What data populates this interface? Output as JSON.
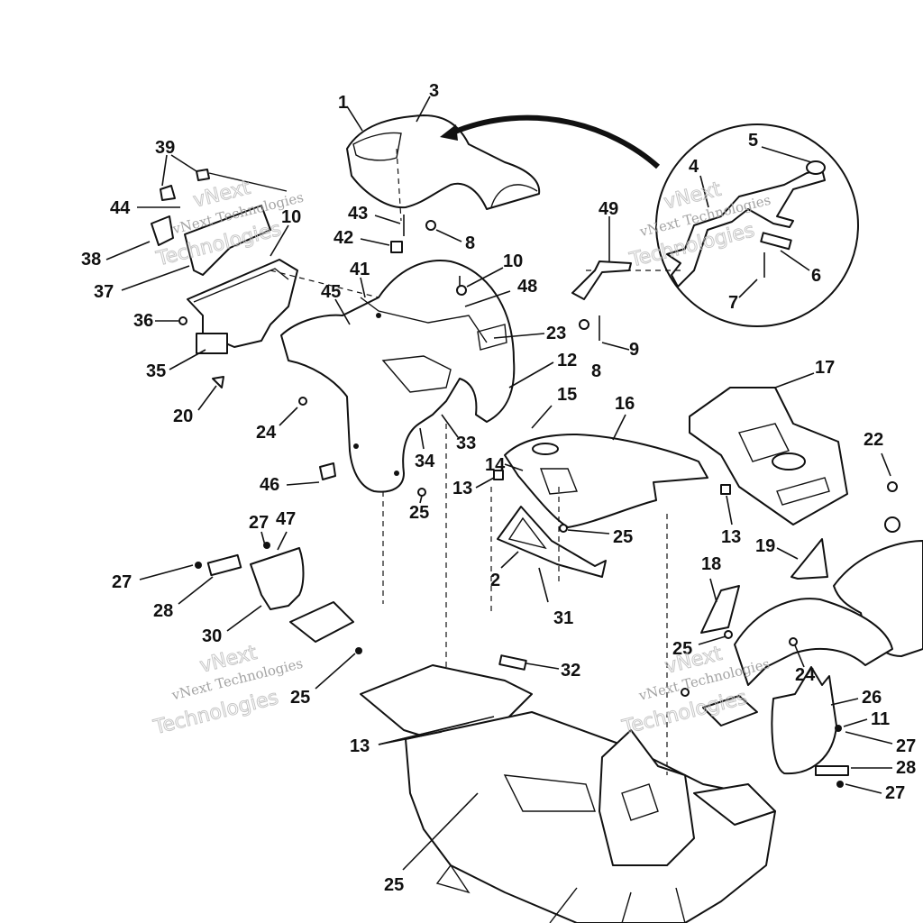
{
  "watermark": {
    "line1": "vNext",
    "line2": "vNext Technologies",
    "line3": "Technologies"
  },
  "callouts": [
    {
      "id": "c1",
      "text": "1"
    },
    {
      "id": "c3",
      "text": "3"
    },
    {
      "id": "c5",
      "text": "5"
    },
    {
      "id": "c4",
      "text": "4"
    },
    {
      "id": "c39",
      "text": "39"
    },
    {
      "id": "c44",
      "text": "44"
    },
    {
      "id": "c10a",
      "text": "10"
    },
    {
      "id": "c43",
      "text": "43"
    },
    {
      "id": "c42",
      "text": "42"
    },
    {
      "id": "c8a",
      "text": "8"
    },
    {
      "id": "c49",
      "text": "49"
    },
    {
      "id": "c38",
      "text": "38"
    },
    {
      "id": "c10b",
      "text": "10"
    },
    {
      "id": "c41",
      "text": "41"
    },
    {
      "id": "c48",
      "text": "48"
    },
    {
      "id": "c37",
      "text": "37"
    },
    {
      "id": "c45",
      "text": "45"
    },
    {
      "id": "c6",
      "text": "6"
    },
    {
      "id": "c7",
      "text": "7"
    },
    {
      "id": "c36",
      "text": "36"
    },
    {
      "id": "c23",
      "text": "23"
    },
    {
      "id": "c9",
      "text": "9"
    },
    {
      "id": "c35",
      "text": "35"
    },
    {
      "id": "c8b",
      "text": "8"
    },
    {
      "id": "c12",
      "text": "12"
    },
    {
      "id": "c17",
      "text": "17"
    },
    {
      "id": "c15",
      "text": "15"
    },
    {
      "id": "c20",
      "text": "20"
    },
    {
      "id": "c16",
      "text": "16"
    },
    {
      "id": "c24a",
      "text": "24"
    },
    {
      "id": "c33",
      "text": "33"
    },
    {
      "id": "c22",
      "text": "22"
    },
    {
      "id": "c34",
      "text": "34"
    },
    {
      "id": "c14",
      "text": "14"
    },
    {
      "id": "c13a",
      "text": "13"
    },
    {
      "id": "c46",
      "text": "46"
    },
    {
      "id": "c25a",
      "text": "25"
    },
    {
      "id": "c25b",
      "text": "25"
    },
    {
      "id": "c13b",
      "text": "13"
    },
    {
      "id": "c27a",
      "text": "27"
    },
    {
      "id": "c47",
      "text": "47"
    },
    {
      "id": "c19",
      "text": "19"
    },
    {
      "id": "c27b",
      "text": "27"
    },
    {
      "id": "c2",
      "text": "2"
    },
    {
      "id": "c18",
      "text": "18"
    },
    {
      "id": "c28a",
      "text": "28"
    },
    {
      "id": "c31",
      "text": "31"
    },
    {
      "id": "c30",
      "text": "30"
    },
    {
      "id": "c25c",
      "text": "25"
    },
    {
      "id": "c24b",
      "text": "24"
    },
    {
      "id": "c32",
      "text": "32"
    },
    {
      "id": "c25d",
      "text": "25"
    },
    {
      "id": "c26",
      "text": "26"
    },
    {
      "id": "c11",
      "text": "11"
    },
    {
      "id": "c13c",
      "text": "13"
    },
    {
      "id": "c27c",
      "text": "27"
    },
    {
      "id": "c28b",
      "text": "28"
    },
    {
      "id": "c27d",
      "text": "27"
    },
    {
      "id": "c25e",
      "text": "25"
    }
  ]
}
